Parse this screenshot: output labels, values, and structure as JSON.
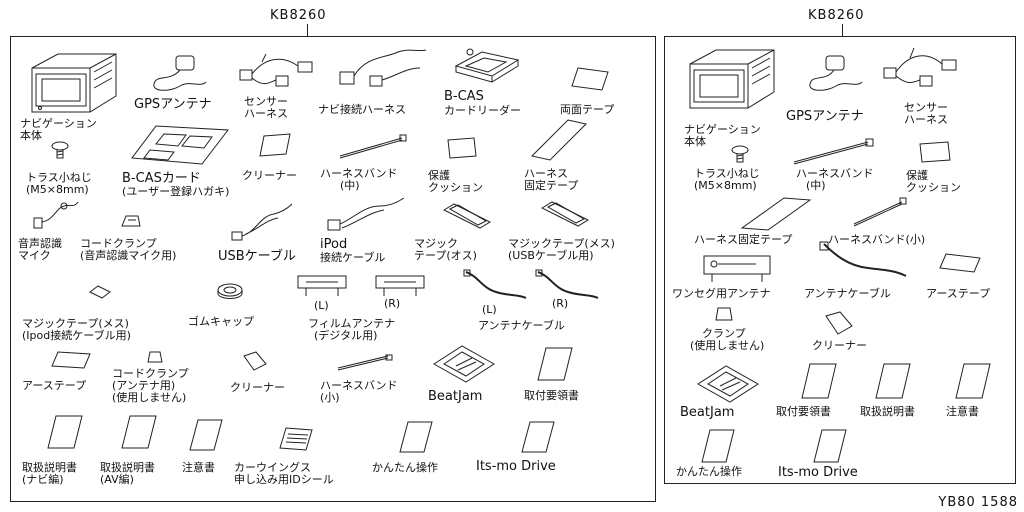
{
  "left_kit": {
    "code": "KB8260",
    "parts": {
      "navi_unit": [
        "ナビゲーション",
        "本体"
      ],
      "gps_antenna": [
        "GPSアンテナ"
      ],
      "sensor_harness": [
        "センサー",
        "ハーネス"
      ],
      "navi_harness": [
        "ナビ接続ハーネス"
      ],
      "bcas_reader": [
        "B-CAS",
        "カードリーダー"
      ],
      "double_tape": [
        "両面テープ"
      ],
      "truss_screw": [
        "トラス小ねじ",
        "(M5×8mm)"
      ],
      "bcas_card": [
        "B-CASカード",
        "(ユーザー登録ハガキ)"
      ],
      "cleaner_1": [
        "クリーナー"
      ],
      "harness_band_mid": [
        "ハーネスバンド",
        "(中)"
      ],
      "cushion": [
        "保護",
        "クッション"
      ],
      "harness_fix_tape": [
        "ハーネス",
        "固定テープ"
      ],
      "voice_mic": [
        "音声認識",
        "マイク"
      ],
      "cord_clamp_mic": [
        "コードクランプ",
        "(音声認識マイク用)"
      ],
      "usb_cable": [
        "USBケーブル"
      ],
      "ipod_cable": [
        "iPod",
        "接続ケーブル"
      ],
      "magic_tape_male": [
        "マジック",
        "テープ(オス)"
      ],
      "magic_tape_female_usb": [
        "マジックテープ(メス)",
        "(USBケーブル用)"
      ],
      "magic_tape_female_ipod": [
        "マジックテープ(メス)",
        "(Ipod接続ケーブル用)"
      ],
      "rubber_cap": [
        "ゴムキャップ"
      ],
      "film_l": [
        "(L)"
      ],
      "film_r": [
        "(R)"
      ],
      "film_antenna": [
        "フィルムアンテナ",
        "(デジタル用)"
      ],
      "cable_l": [
        "(L)"
      ],
      "cable_r": [
        "(R)"
      ],
      "antenna_cable": [
        "アンテナケーブル"
      ],
      "earth_tape": [
        "アーステープ"
      ],
      "cord_clamp_antenna": [
        "コードクランプ",
        "(アンテナ用)",
        "(使用しません)"
      ],
      "cleaner_2": [
        "クリーナー"
      ],
      "harness_band_small": [
        "ハーネスバンド",
        "(小)"
      ],
      "beatjam": [
        "BeatJam"
      ],
      "install_guide": [
        "取付要領書"
      ],
      "manual_navi": [
        "取扱説明書",
        "(ナビ編)"
      ],
      "manual_av": [
        "取扱説明書",
        "(AV編)"
      ],
      "caution": [
        "注意書"
      ],
      "carwings_seal": [
        "カーウイングス",
        "申し込み用IDシール"
      ],
      "easy_op": [
        "かんたん操作"
      ],
      "itsmo": [
        "Its-mo Drive"
      ]
    }
  },
  "right_kit": {
    "code": "KB8260",
    "parts": {
      "navi_unit": [
        "ナビゲーション",
        "本体"
      ],
      "gps_antenna": [
        "GPSアンテナ"
      ],
      "sensor_harness": [
        "センサー",
        "ハーネス"
      ],
      "truss_screw": [
        "トラス小ねじ",
        "(M5×8mm)"
      ],
      "harness_band_mid": [
        "ハーネスバンド",
        "(中)"
      ],
      "cushion": [
        "保護",
        "クッション"
      ],
      "harness_fix_tape": [
        "ハーネス固定テープ"
      ],
      "harness_band_small": [
        "ハーネスバンド(小)"
      ],
      "oneseg_antenna": [
        "ワンセグ用アンテナ"
      ],
      "antenna_cable": [
        "アンテナケーブル"
      ],
      "earth_tape": [
        "アーステープ"
      ],
      "clamp": [
        "クランプ",
        "(使用しません)"
      ],
      "cleaner": [
        "クリーナー"
      ],
      "beatjam": [
        "BeatJam"
      ],
      "install_guide": [
        "取付要領書"
      ],
      "manual": [
        "取扱説明書"
      ],
      "caution": [
        "注意書"
      ],
      "easy_op": [
        "かんたん操作"
      ],
      "itsmo": [
        "Its-mo Drive"
      ]
    }
  },
  "reference": "YB80 1588"
}
